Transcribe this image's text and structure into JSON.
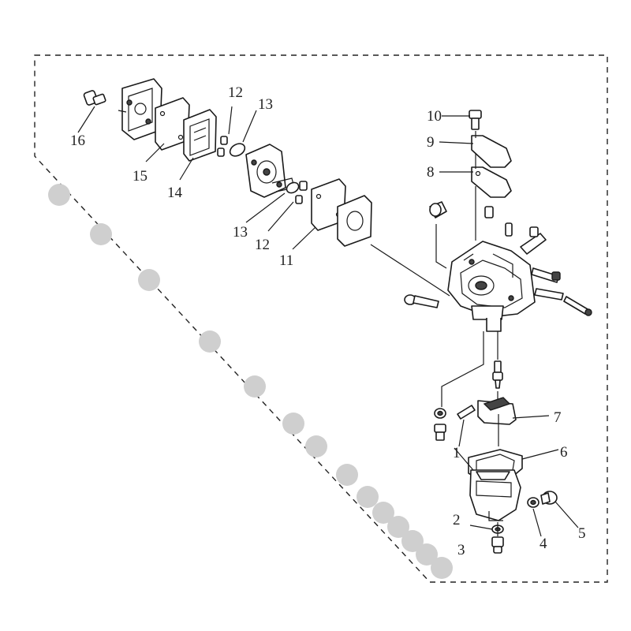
{
  "diagram": {
    "callouts": [
      "1",
      "2",
      "3",
      "4",
      "5",
      "6",
      "7",
      "8",
      "9",
      "10",
      "11",
      "12",
      "12",
      "13",
      "13",
      "14",
      "15",
      "16"
    ]
  }
}
